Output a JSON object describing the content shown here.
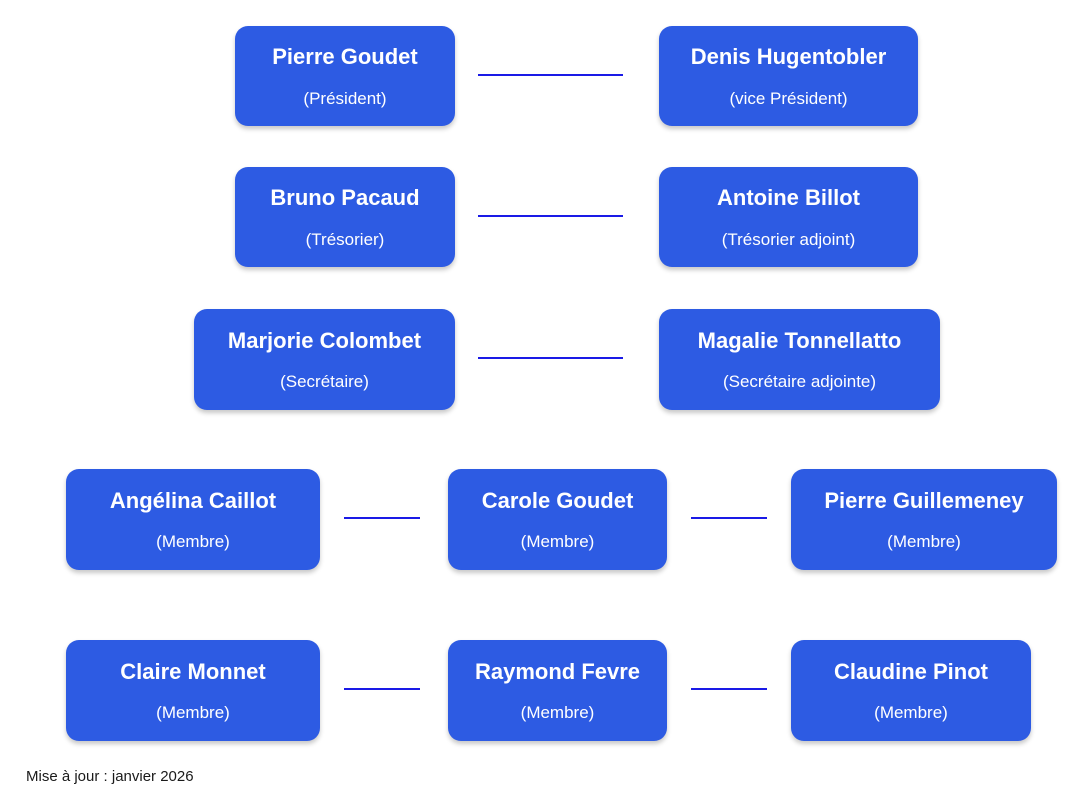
{
  "chart": {
    "title_visible": false,
    "background_color": "#ffffff",
    "box_color": "#2D5BE3",
    "box_text_color": "#ffffff",
    "connector_color": "#1A1AE6",
    "rows": [
      {
        "row_id": "row-presidency",
        "nodes": [
          {
            "name": "Pierre Goudet",
            "role": "(Président)"
          },
          {
            "name": "Denis Hugentobler",
            "role": "(vice Président)"
          }
        ],
        "connectors": 1
      },
      {
        "row_id": "row-treasury",
        "nodes": [
          {
            "name": "Bruno Pacaud",
            "role": "(Trésorier)"
          },
          {
            "name": "Antoine Billot",
            "role": "(Trésorier adjoint)"
          }
        ],
        "connectors": 1
      },
      {
        "row_id": "row-secretariat",
        "nodes": [
          {
            "name": "Marjorie Colombet",
            "role": "(Secrétaire)"
          },
          {
            "name": "Magalie Tonnellatto",
            "role": "(Secrétaire adjointe)"
          }
        ],
        "connectors": 1
      },
      {
        "row_id": "row-members-1",
        "nodes": [
          {
            "name": "Angélina Caillot",
            "role": "(Membre)"
          },
          {
            "name": "Carole Goudet",
            "role": "(Membre)"
          },
          {
            "name": "Pierre Guillemeney",
            "role": "(Membre)"
          }
        ],
        "connectors": 2
      },
      {
        "row_id": "row-members-2",
        "nodes": [
          {
            "name": "Claire Monnet",
            "role": "(Membre)"
          },
          {
            "name": "Raymond Fevre",
            "role": "(Membre)"
          },
          {
            "name": "Claudine Pinot",
            "role": "(Membre)"
          }
        ],
        "connectors": 2
      }
    ]
  },
  "footer": {
    "update_note": "Mise à jour : janvier 2026"
  }
}
